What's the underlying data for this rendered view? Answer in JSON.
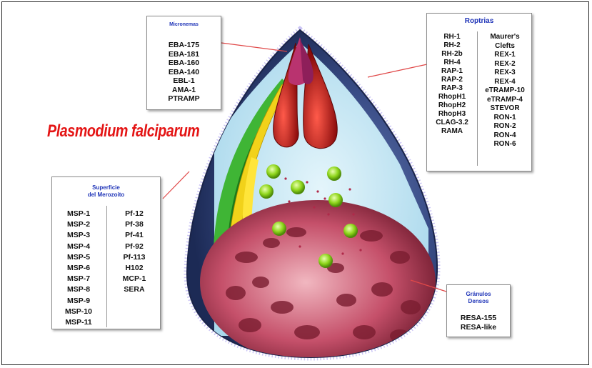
{
  "title": "Plasmodium falciparum",
  "micronemas": {
    "header": "Micronemas",
    "items": [
      "EBA-175",
      "EBA-181",
      "EBA-160",
      "EBA-140",
      "EBL-1",
      "AMA-1",
      "PTRAMP"
    ]
  },
  "roptrias": {
    "header": "Roptrias",
    "col1": [
      "RH-1",
      "RH-2",
      "RH-2b",
      "RH-4",
      "RAP-1",
      "RAP-2",
      "RAP-3",
      "RhopH1",
      "RhopH2",
      "RhopH3",
      "CLAG-3.2",
      "RAMA"
    ],
    "col2": [
      "Maurer's",
      "Clefts",
      "REX-1",
      "REX-2",
      "REX-3",
      "REX-4",
      "eTRAMP-10",
      "eTRAMP-4",
      "STEVOR",
      "RON-1",
      "RON-2",
      "RON-4",
      "RON-6"
    ]
  },
  "superficie": {
    "header_line1": "Superficie",
    "header_line2": "del Merozoito",
    "col1": [
      "MSP-1",
      "MSP-2",
      "MSP-3",
      "MSP-4",
      "MSP-5",
      "MSP-6",
      "MSP-7",
      "MSP-8",
      "MSP-9",
      "MSP-10",
      "MSP-11"
    ],
    "col2": [
      "Pf-12",
      "Pf-38",
      "Pf-41",
      "Pf-92",
      "Pf-113",
      "H102",
      "MCP-1",
      "SERA"
    ]
  },
  "granulos": {
    "header_line1": "Gránulos",
    "header_line2": "Densos",
    "items": [
      "RESA-155",
      "RESA-like"
    ]
  },
  "colors": {
    "title": "#e41414",
    "header": "#1f34b8",
    "membrane": "#3a4f86",
    "cytoplasm": "#bfe3f2",
    "nucleus": "#b8374f",
    "rhoptry": "#c21a1a",
    "granule": "#8fd61c"
  }
}
